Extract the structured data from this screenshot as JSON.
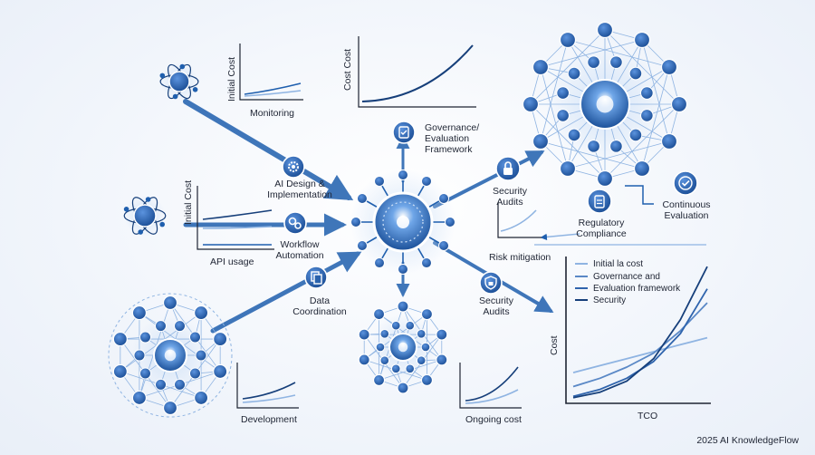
{
  "colors": {
    "primary": "#1f5fae",
    "dark": "#163f7a",
    "light": "#8fb4e2",
    "glow": "#dce9f8",
    "ink": "#1e2433"
  },
  "labels": {
    "initial_cost_top": "Initial Cost",
    "monitoring": "Monitoring",
    "cost_cost": "Cost Cost",
    "governance": [
      "Governance/",
      "Evaluation",
      "Framework"
    ],
    "ai_design": [
      "AI Design &",
      "Implementation"
    ],
    "initial_cost_left": "Initial Cost",
    "api_usage": "API usage",
    "workflow": [
      "Workflow",
      "Automation"
    ],
    "data_coordination": [
      "Data",
      "Coordination"
    ],
    "security_audits_upper": [
      "Security",
      "Audits"
    ],
    "security_audits_lower": [
      "Security",
      "Audits"
    ],
    "regulatory": [
      "Regulatory",
      "Compliance"
    ],
    "continuous": [
      "Continuous",
      "Evaluation"
    ],
    "risk_mitigation": "Risk mitigation",
    "development": "Development",
    "ongoing_cost": "Ongoing cost",
    "cost_axis": "Cost",
    "tco": "TCO",
    "footer": "2025 AI KnowledgeFlow"
  },
  "icons": {
    "ai_design": "gear-icon",
    "workflow": "gears-icon",
    "data_coordination": "documents-icon",
    "governance": "checklist-icon",
    "security_upper": "padlock-icon",
    "security_lower": "shield-lock-icon",
    "regulatory": "clipboard-icon",
    "continuous": "check-circle-icon"
  },
  "chart_data": {
    "type": "line",
    "xlabel": "TCO",
    "ylabel": "Cost",
    "legend_position": "top",
    "series": [
      {
        "name": "Initial la cost",
        "color": "#8fb4e2",
        "values": [
          0.22,
          0.27,
          0.32,
          0.37,
          0.42,
          0.47
        ]
      },
      {
        "name": "Governance and",
        "color": "#5a88c6",
        "values": [
          0.12,
          0.18,
          0.26,
          0.36,
          0.52,
          0.72
        ]
      },
      {
        "name": "Evaluation framework",
        "color": "#2f64ad",
        "values": [
          0.05,
          0.1,
          0.18,
          0.3,
          0.5,
          0.82
        ]
      },
      {
        "name": "Security",
        "color": "#163f7a",
        "values": [
          0.04,
          0.08,
          0.16,
          0.32,
          0.6,
          0.98
        ]
      }
    ]
  }
}
